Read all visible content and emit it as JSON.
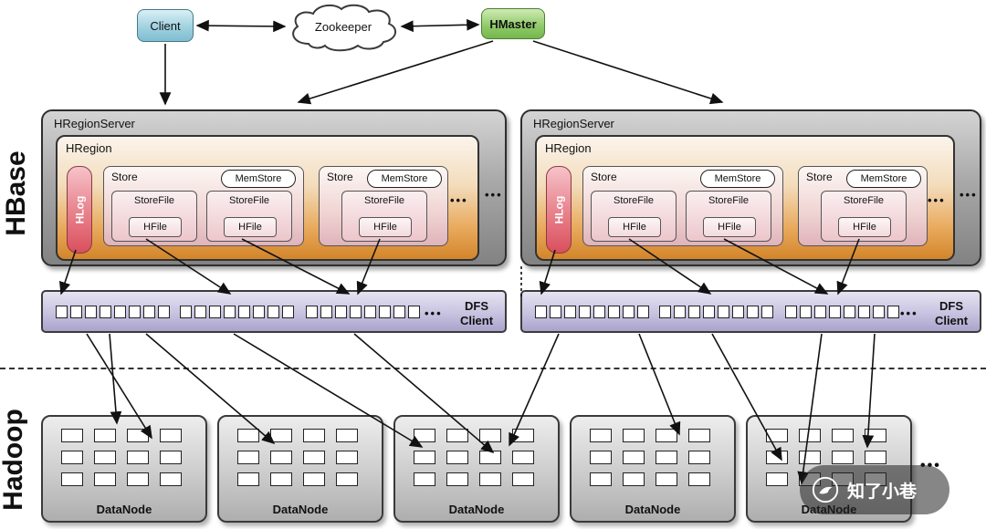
{
  "labels": {
    "hbase": "HBase",
    "hadoop": "Hadoop",
    "client": "Client",
    "zookeeper": "Zookeeper",
    "hmaster": "HMaster",
    "hregionserver": "HRegionServer",
    "hregion": "HRegion",
    "hlog": "HLog",
    "store": "Store",
    "memstore": "MemStore",
    "storefile": "StoreFile",
    "hfile": "HFile",
    "dots": "•••",
    "dfs_line1": "DFS",
    "dfs_line2": "Client",
    "datanode": "DataNode",
    "watermark": "知了小巷"
  },
  "colors": {
    "hregion_orange": "#d3852a",
    "hlog_red": "#da4f5d",
    "client_blue": "#9ccfde",
    "hmaster_green": "#8ec967",
    "dfs_lavender": "#c5c0de",
    "server_gray": "#a9a9a9"
  }
}
